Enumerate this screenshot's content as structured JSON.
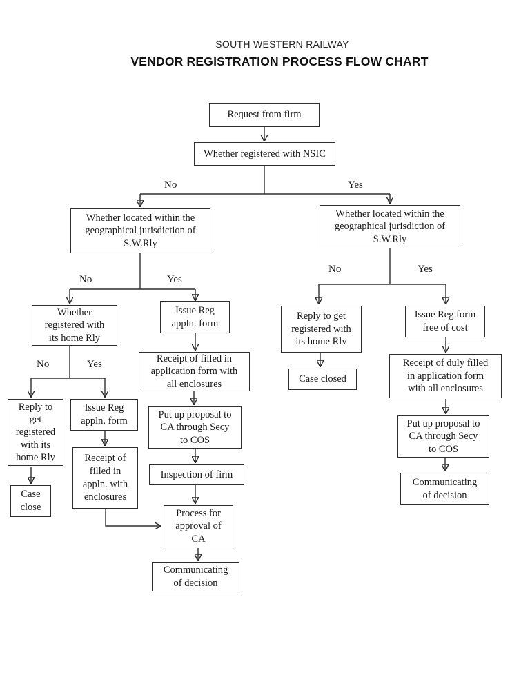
{
  "header": {
    "subtitle": "SOUTH WESTERN RAILWAY",
    "title": "VENDOR REGISTRATION PROCESS FLOW CHART"
  },
  "colors": {
    "line": "#2e2e2e",
    "text": "#1a1a1a",
    "background": "#ffffff"
  },
  "nodes": {
    "request_from_firm": {
      "text": "Request from firm"
    },
    "registered_with_nsic": {
      "text": "Whether registered with NSIC"
    },
    "jurisdiction_left": {
      "text": "Whether located within the\ngeographical jurisdiction of\nS.W.Rly"
    },
    "jurisdiction_right": {
      "text": "Whether located within the\ngeographical jurisdiction of\nS.W.Rly"
    },
    "whether_home_rly": {
      "text": "Whether\nregistered with\nits home Rly"
    },
    "issue_reg_appln_mid": {
      "text": "Issue Reg\nappln. form"
    },
    "reply_get_registered_left": {
      "text": "Reply to\nget\nregistered\nwith its\nhome Rly"
    },
    "issue_reg_appln_left": {
      "text": "Issue Reg\nappln. form"
    },
    "receipt_filled_left": {
      "text": "Receipt of\nfilled in\nappln. with\nenclosures"
    },
    "case_close": {
      "text": "Case\nclose"
    },
    "receipt_filled_mid": {
      "text": "Receipt of filled in\napplication form with\nall enclosures"
    },
    "put_up_proposal_mid": {
      "text": "Put up proposal to\nCA through Secy\nto COS"
    },
    "inspection_of_firm": {
      "text": "Inspection of firm"
    },
    "process_for_approval": {
      "text": "Process for\napproval of\nCA"
    },
    "communicating_mid": {
      "text": "Communicating\nof decision"
    },
    "reply_get_registered_right": {
      "text": "Reply to get\nregistered with\nits home Rly"
    },
    "issue_reg_form_free": {
      "text": "Issue Reg form\nfree of cost"
    },
    "case_closed": {
      "text": "Case closed"
    },
    "receipt_duly_filled_right": {
      "text": "Receipt of duly filled\nin application form\nwith all enclosures"
    },
    "put_up_proposal_right": {
      "text": "Put up proposal to\nCA through Secy\nto COS"
    },
    "communicating_right": {
      "text": "Communicating\nof decision"
    }
  },
  "edge_labels": {
    "nsic_no": "No",
    "nsic_yes": "Yes",
    "jur_left_no": "No",
    "jur_left_yes": "Yes",
    "home_rly_no": "No",
    "home_rly_yes": "Yes",
    "jur_right_no": "No",
    "jur_right_yes": "Yes"
  }
}
